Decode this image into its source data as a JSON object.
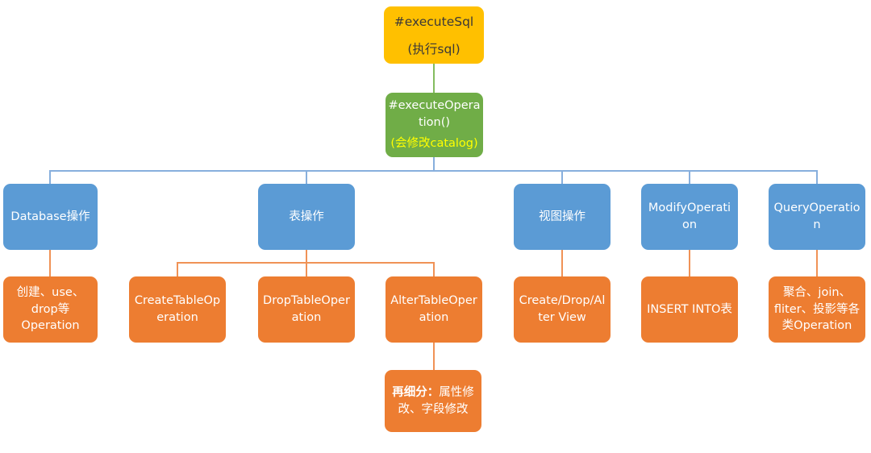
{
  "nodes": {
    "root": {
      "title": "#executeSql",
      "subtitle": "(执行sql)"
    },
    "execute_operation": {
      "title": "#executeOperation()",
      "subtitle": "(会修改catalog)"
    },
    "database": {
      "label": "Database操作"
    },
    "table": {
      "label": "表操作"
    },
    "view": {
      "label": "视图操作"
    },
    "modify": {
      "label": "ModifyOperation"
    },
    "query": {
      "label": "QueryOperation"
    },
    "database_child": {
      "label": "创建、use、drop等Operation"
    },
    "create_table": {
      "label": "CreateTableOperation"
    },
    "drop_table": {
      "label": "DropTableOperation"
    },
    "alter_table": {
      "label": "AlterTableOperation"
    },
    "view_child": {
      "label": "Create/Drop/Alter View"
    },
    "modify_child": {
      "label": "INSERT INTO表"
    },
    "query_child": {
      "label": "聚合、join、fliter、投影等各类Operation"
    },
    "alter_detail": {
      "label_bold": "再细分：",
      "label_rest": "属性修改、字段修改"
    }
  },
  "colors": {
    "root_fill": "#FFC000",
    "operation_fill": "#70AD47",
    "category_fill": "#5B9BD5",
    "leaf_fill": "#ED7D31",
    "operation_subtitle_text": "#FFFF00",
    "root_text": "#3B3838",
    "node_text": "#FFFFFF",
    "connector_green": "#84BC5F",
    "connector_blue": "#87AFDD",
    "connector_orange": "#F09256"
  }
}
